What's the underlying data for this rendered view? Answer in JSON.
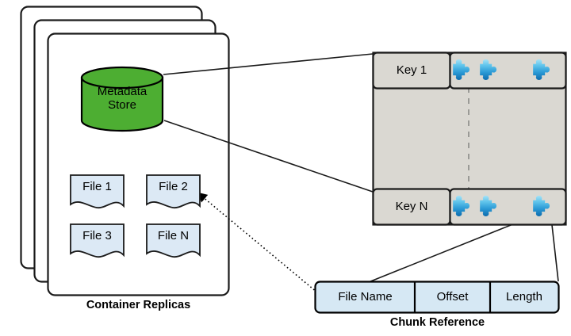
{
  "diagram": {
    "title_left": "Container Replicas",
    "title_right": "Chunk Reference",
    "left_panel": {
      "name": "container-replicas",
      "replica_count": 3,
      "datastore": {
        "icon": "cylinder-database-icon",
        "line1": "Metadata",
        "line2": "Store",
        "fill": "#4DAE32",
        "stroke": "#000000"
      },
      "files": [
        {
          "label": "File 1"
        },
        {
          "label": "File 2"
        },
        {
          "label": "File 3"
        },
        {
          "label": "File N"
        }
      ],
      "file_fill": "#DCE9F5",
      "file_stroke": "#000000"
    },
    "metadata_table": {
      "name": "metadata-store-table",
      "fill": "#DAD8D2",
      "stroke": "#1A1A1A",
      "divider": "dashed-vertical-divider",
      "rows": [
        {
          "key": "Key 1",
          "chunks": [
            "chunk-1",
            "chunk-2",
            "chunk-n"
          ]
        },
        {
          "key": "Key N",
          "chunks": [
            "chunk-1",
            "chunk-2",
            "chunk-n"
          ]
        }
      ],
      "chunk_icon": "puzzle-piece-icon",
      "chunk_color_top": "#8FD8F2",
      "chunk_color_bottom": "#1175B5"
    },
    "chunk_reference": {
      "name": "chunk-reference-record",
      "fields": [
        "File Name",
        "Offset",
        "Length"
      ],
      "fill": "#D6E8F4",
      "stroke": "#000000"
    },
    "connectors": [
      {
        "name": "connector-store-to-key1",
        "style": "solid"
      },
      {
        "name": "connector-store-to-keyn",
        "style": "solid"
      },
      {
        "name": "connector-chunk-to-reference-left",
        "style": "solid"
      },
      {
        "name": "connector-chunk-to-reference-right",
        "style": "solid"
      },
      {
        "name": "connector-reference-to-file2",
        "style": "dotted-arrow"
      }
    ]
  }
}
